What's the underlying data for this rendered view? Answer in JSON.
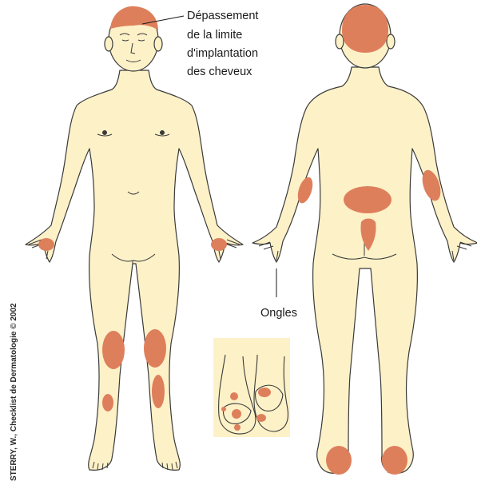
{
  "labels": {
    "hairline": [
      "Dépassement",
      "de la limite",
      "d'implantation",
      "des cheveux"
    ],
    "nails": "Ongles"
  },
  "credit": "STERRY, W., Checklist de Dermatologie © 2002",
  "colors": {
    "skin": "#fdf1c8",
    "outline": "#3a3a3a",
    "lesion": "#de7f5c",
    "background": "#ffffff"
  }
}
